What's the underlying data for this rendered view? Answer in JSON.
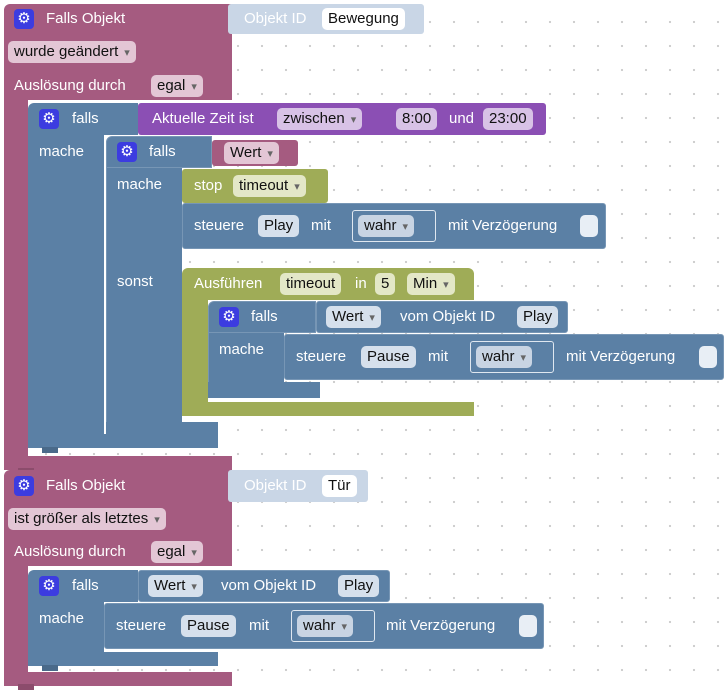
{
  "trigger1": {
    "title": "Falls Objekt",
    "object_label": "Objekt ID",
    "object_value": "Bewegung",
    "condition": "wurde geändert",
    "trigger_label": "Auslösung durch",
    "trigger_value": "egal"
  },
  "if1": {
    "falls": "falls",
    "mache": "mache",
    "time_label": "Aktuelle Zeit ist",
    "time_mode": "zwischen",
    "time_from": "8:00",
    "time_and": "und",
    "time_to": "23:00"
  },
  "if2": {
    "falls": "falls",
    "mache": "mache",
    "sonst": "sonst",
    "value": "Wert"
  },
  "stop": {
    "label": "stop",
    "value": "timeout"
  },
  "control1": {
    "steuere": "steuere",
    "target": "Play",
    "mit": "mit",
    "value": "wahr",
    "delay": "mit Verzögerung"
  },
  "timeout": {
    "label": "Ausführen",
    "name": "timeout",
    "in": "in",
    "amount": "5",
    "unit": "Min"
  },
  "if3": {
    "falls": "falls",
    "mache": "mache",
    "value": "Wert",
    "from_label": "vom Objekt ID",
    "object": "Play"
  },
  "control2": {
    "steuere": "steuere",
    "target": "Pause",
    "mit": "mit",
    "value": "wahr",
    "delay": "mit Verzögerung"
  },
  "trigger2": {
    "title": "Falls Objekt",
    "object_label": "Objekt ID",
    "object_value": "Tür",
    "condition": "ist größer als letztes",
    "trigger_label": "Auslösung durch",
    "trigger_value": "egal"
  },
  "if4": {
    "falls": "falls",
    "mache": "mache",
    "value": "Wert",
    "from_label": "vom Objekt ID",
    "object": "Play"
  },
  "control3": {
    "steuere": "steuere",
    "target": "Pause",
    "mit": "mit",
    "value": "wahr",
    "delay": "mit Verzögerung"
  },
  "icons": {
    "gear": "gear-icon"
  },
  "colors": {
    "trigger": "#a55b80",
    "logic": "#5b80a5",
    "time": "#8b4fb4",
    "timeout": "#9fac57",
    "object": "#c9d6e6"
  }
}
